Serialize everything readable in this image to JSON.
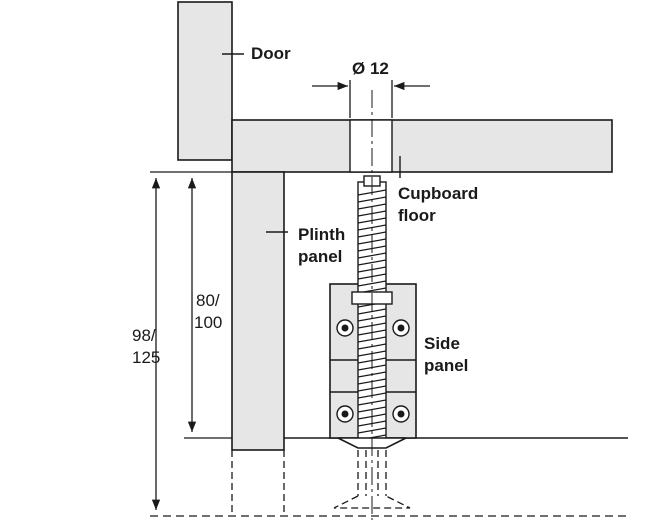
{
  "labels": {
    "door": "Door",
    "diameter": "Ø 12",
    "cupboard_floor_1": "Cupboard",
    "cupboard_floor_2": "floor",
    "plinth_panel_1": "Plinth",
    "plinth_panel_2": "panel",
    "side_panel_1": "Side",
    "side_panel_2": "panel"
  },
  "dimensions": {
    "inner_1": "80/",
    "inner_2": "100",
    "outer_1": "98/",
    "outer_2": "125"
  },
  "colors": {
    "panel_fill": "#e6e6e6",
    "line": "#1a1a1a",
    "background": "#ffffff"
  }
}
